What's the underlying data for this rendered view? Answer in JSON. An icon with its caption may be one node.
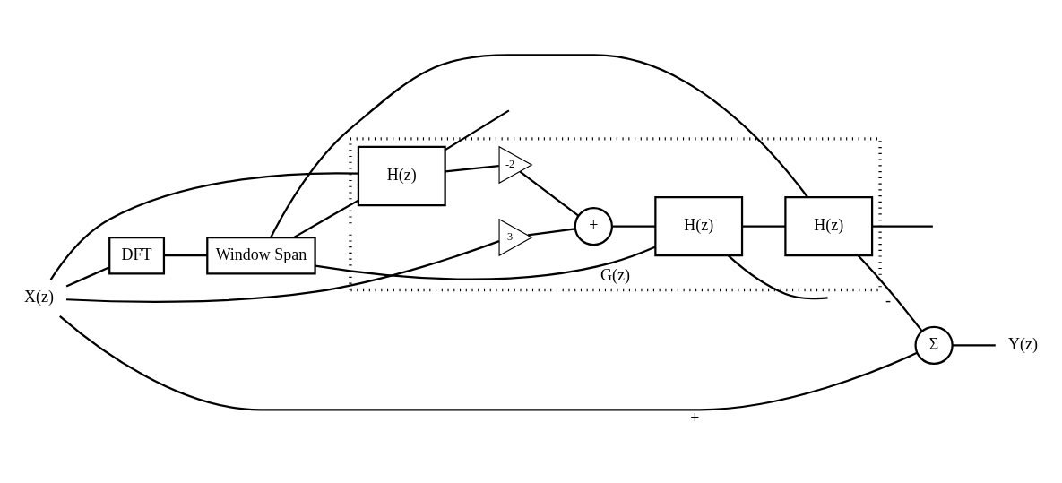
{
  "diagram": {
    "nodes": [
      {
        "text": [
          "DFT"
        ]
      },
      {
        "text": [
          "Window Span"
        ]
      },
      {
        "text": [
          "X(z)"
        ]
      },
      {
        "text": [
          "G(z)"
        ]
      },
      {
        "text": [
          "H(z)"
        ],
        "in": 3
      },
      {
        "text": [
          "-2"
        ],
        "in": 3
      },
      {
        "text": [
          "+"
        ],
        "in": 3
      },
      {
        "text": [
          "H(z)"
        ],
        "in": 3
      },
      {
        "text": [
          "H(z)"
        ],
        "in": 3
      },
      {
        "text": [
          "3"
        ],
        "in": 3
      },
      {
        "text": [
          "Σ"
        ]
      },
      {
        "text": [
          "Y(z)"
        ]
      }
    ],
    "edges": [
      {
        "from": 2,
        "to": 4,
        "arrow": "none"
      },
      {
        "from": 2,
        "to": 0,
        "arrow": "none"
      },
      {
        "from": 0,
        "to": 1,
        "arrow": "none"
      },
      {
        "from": 1,
        "to": 4,
        "arrow": "none"
      },
      {
        "from": 1,
        "to": 7,
        "arrow": "none"
      },
      {
        "from": 1,
        "to": 8,
        "arrow": "none"
      },
      {
        "from": 4,
        "to": 5,
        "arrow": "none"
      },
      {
        "from": 5,
        "to": 6,
        "arrow": "none"
      },
      {
        "from": 6,
        "to": 7,
        "arrow": "none"
      },
      {
        "from": 7,
        "to": 8,
        "arrow": "none"
      },
      {
        "from": 8,
        "to": 10,
        "arrow": "none",
        "label": "-"
      },
      {
        "from": 2,
        "to": 9,
        "arrow": "none"
      },
      {
        "from": 9,
        "to": 6,
        "arrow": "none"
      },
      {
        "from": 2,
        "to": 10,
        "arrow": "none",
        "label": "+"
      },
      {
        "from": 10,
        "to": 11,
        "arrow": "none"
      },
      {
        "from": 4,
        "to": null,
        "arrow": "none"
      },
      {
        "from": 7,
        "to": null,
        "arrow": "none"
      },
      {
        "from": 8,
        "to": null,
        "arrow": "none"
      }
    ]
  }
}
